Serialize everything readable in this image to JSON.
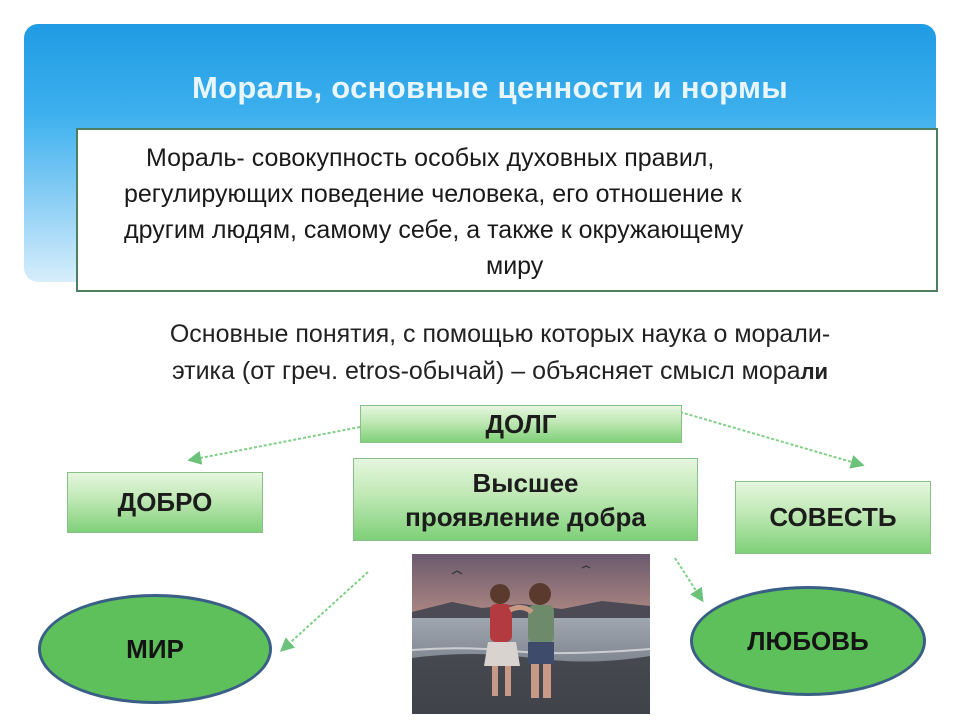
{
  "slide": {
    "title": "Мораль, основные ценности и нормы",
    "definition_lines": [
      "Мораль- совокупность особых духовных правил,",
      "регулирующих поведение человека, его отношение к",
      "другим людям, самому себе, а также к окружающему",
      "миру"
    ],
    "intro_line1": "Основные понятия, с помощью которых наука о морали-",
    "intro_line2_main": "этика (от греч. etros-обычай) – объясняет смысл мора",
    "intro_line2_bold": "ли"
  },
  "diagram": {
    "duty": "ДОЛГ",
    "good": "ДОБРО",
    "highest_line1": "Высшее",
    "highest_line2": "проявление добра",
    "conscience": "СОВЕСТЬ",
    "peace": "МИР",
    "love": "ЛЮБОВЬ"
  },
  "colors": {
    "header_blue": "#1f9be3",
    "box_green": "#7fd079",
    "ellipse_green": "#5dc05a",
    "ellipse_border": "#3a5f86",
    "arrow_green": "#6cc27a"
  }
}
